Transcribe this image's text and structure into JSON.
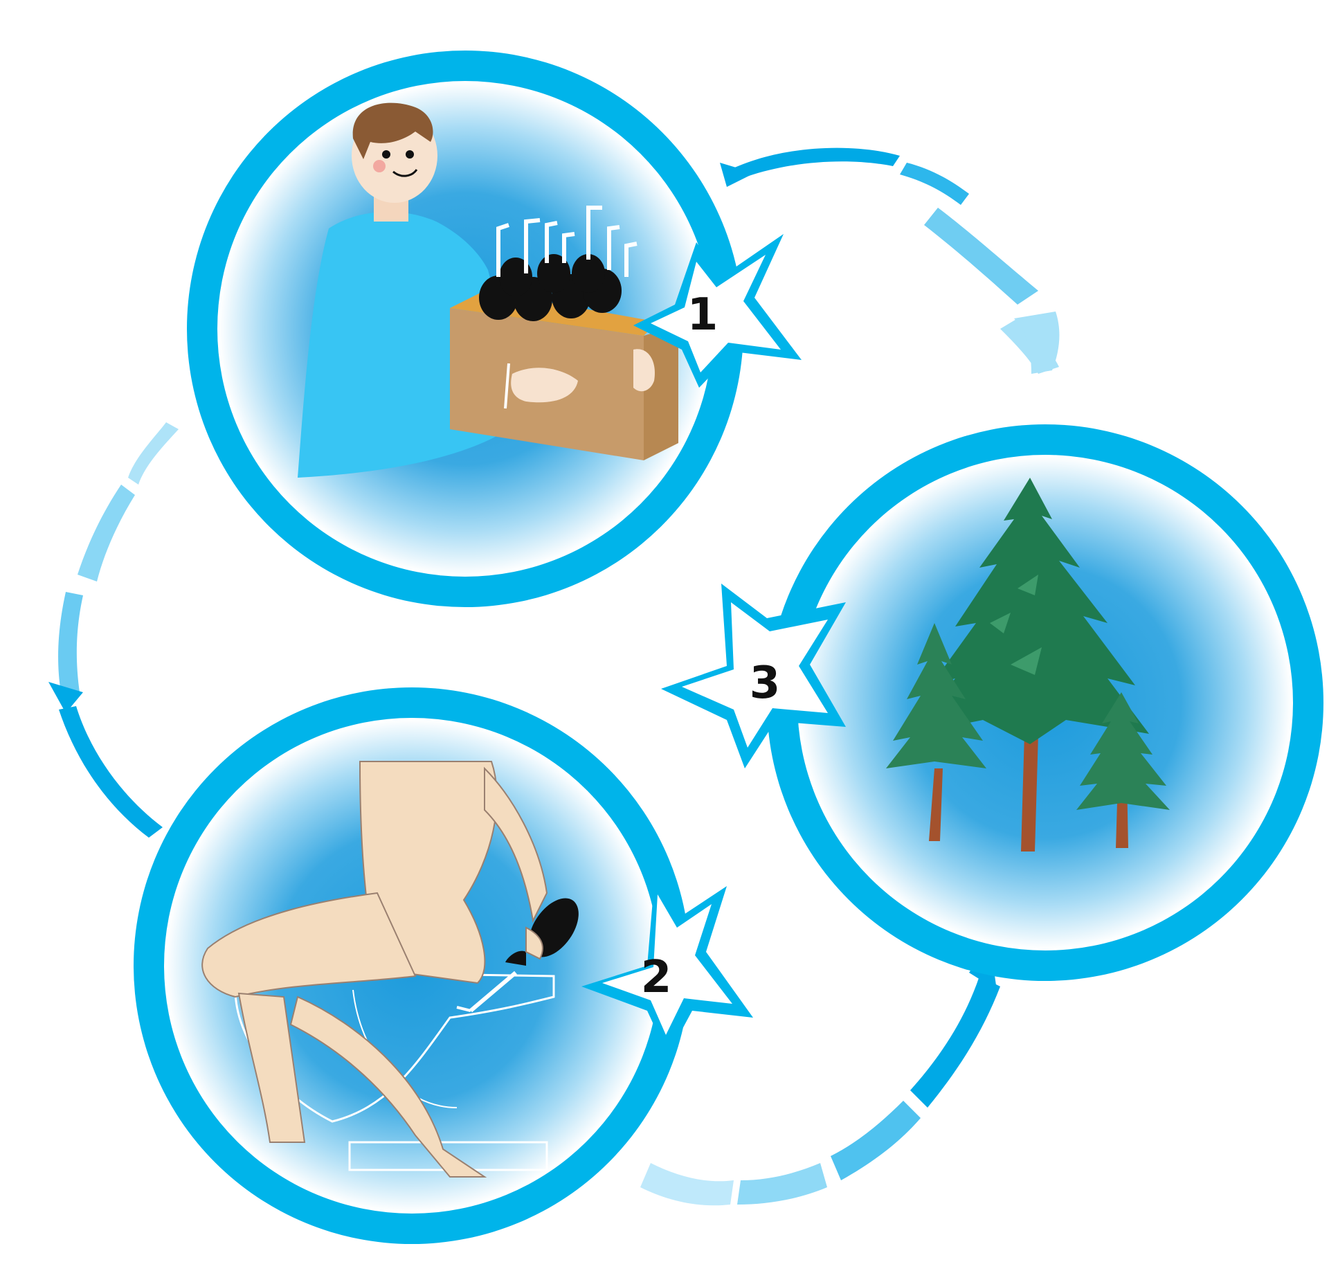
{
  "colors": {
    "ring": "#00b4ea",
    "inner_center": "#1fa0de",
    "inner_edge": "#ffffff",
    "arrow_dark": "#00a9e6",
    "arrow_light": "#bfe9fb",
    "star_fill": "#ffffff",
    "star_stroke": "#00b4ea",
    "number": "#111111"
  },
  "steps": [
    {
      "number": "1",
      "icon": "person-carrying-box-of-bulb-syringes-icon"
    },
    {
      "number": "2",
      "icon": "person-using-bulb-syringe-on-toilet-icon"
    },
    {
      "number": "3",
      "icon": "pine-trees-icon"
    }
  ]
}
